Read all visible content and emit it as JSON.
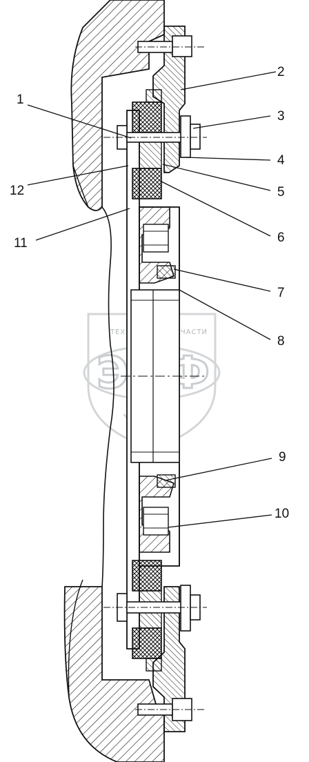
{
  "callouts": [
    {
      "id": "1",
      "label": "1"
    },
    {
      "id": "2",
      "label": "2"
    },
    {
      "id": "3",
      "label": "3"
    },
    {
      "id": "4",
      "label": "4"
    },
    {
      "id": "5",
      "label": "5"
    },
    {
      "id": "6",
      "label": "6"
    },
    {
      "id": "7",
      "label": "7"
    },
    {
      "id": "8",
      "label": "8"
    },
    {
      "id": "9",
      "label": "9"
    },
    {
      "id": "10",
      "label": "10"
    },
    {
      "id": "11",
      "label": "11"
    },
    {
      "id": "12",
      "label": "12"
    }
  ],
  "watermark": {
    "top_text": "ТЕХНИКА",
    "top_text_right": "ЗАПЧАСТИ",
    "logo_letters": "ЭПФ",
    "logo_name": "epf-watermark-logo"
  },
  "colors": {
    "line": "#111111",
    "watermark": "#b8bdc1"
  }
}
